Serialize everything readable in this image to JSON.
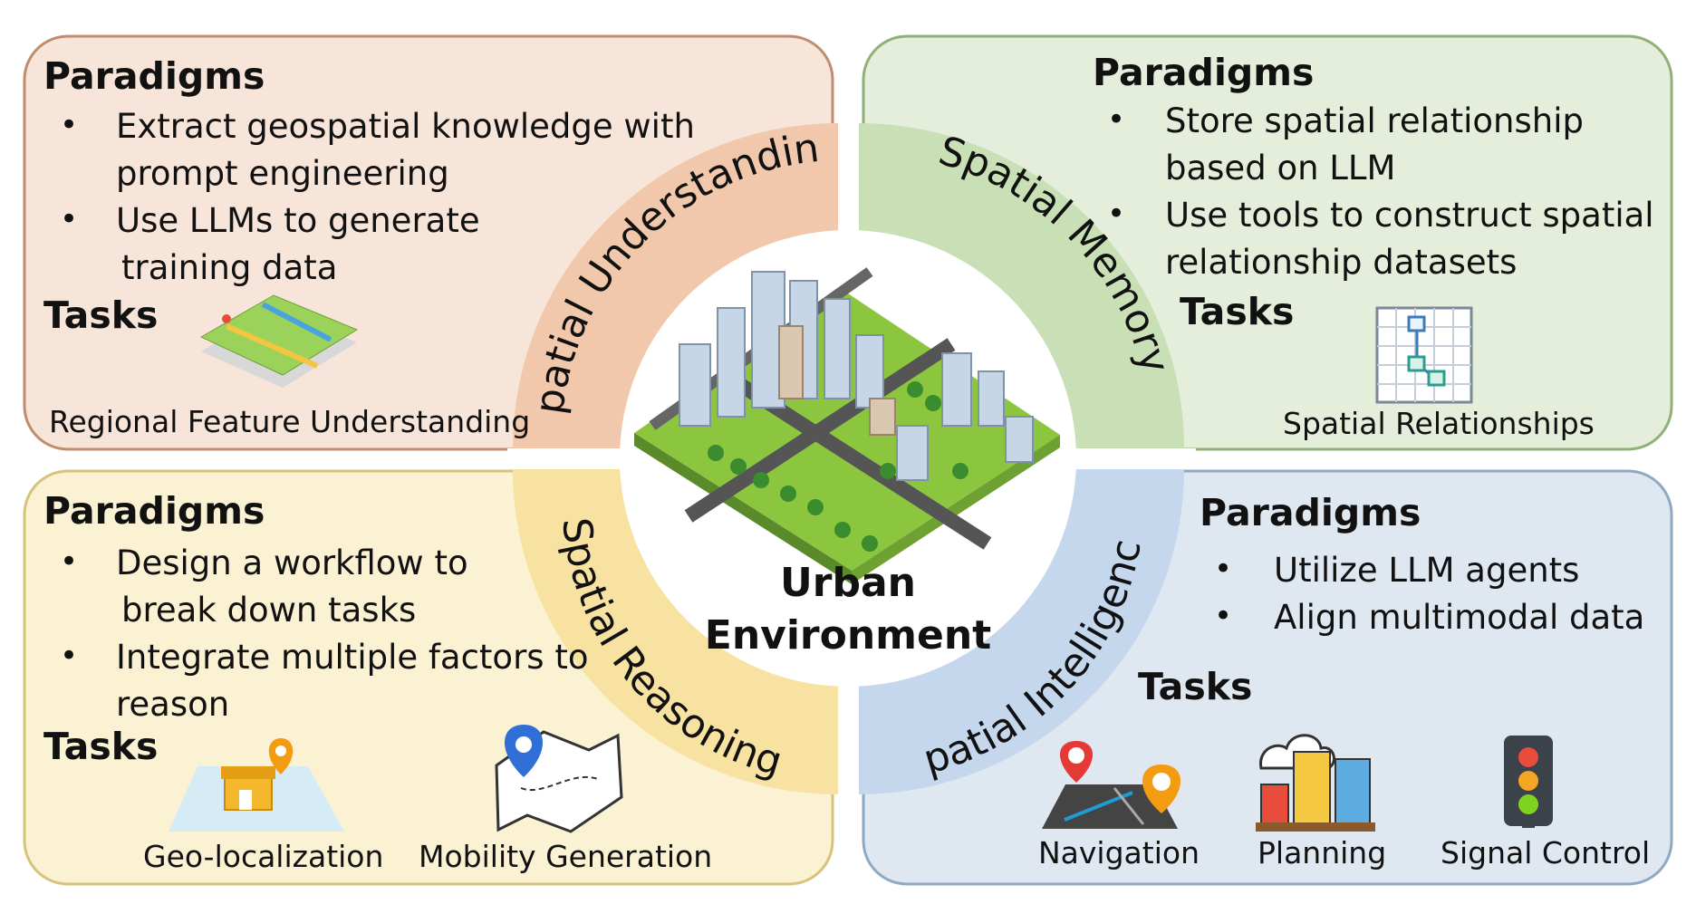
{
  "center": {
    "line1": "Urban",
    "line2": "Environment"
  },
  "quadrants": {
    "understanding": {
      "ring_label": "Spatial Understanding",
      "paradigms_title": "Paradigms",
      "items": [
        [
          "Extract geospatial knowledge with",
          "prompt engineering"
        ],
        [
          "Use LLMs to generate",
          "training data"
        ]
      ],
      "tasks_title": "Tasks",
      "tasks": [
        {
          "label": "Regional Feature Understanding",
          "icon": "regional-map-icon"
        }
      ]
    },
    "memory": {
      "ring_label": "Spatial Memory",
      "paradigms_title": "Paradigms",
      "items": [
        [
          "Store spatial relationship",
          "based on LLM"
        ],
        [
          "Use tools to construct spatial",
          "relationship datasets"
        ]
      ],
      "tasks_title": "Tasks",
      "tasks": [
        {
          "label": "Spatial Relationships",
          "icon": "grid-graph-icon"
        }
      ]
    },
    "reasoning": {
      "ring_label": "Spatial Reasoning",
      "paradigms_title": "Paradigms",
      "items": [
        [
          "Design a workflow to",
          "break down tasks"
        ],
        [
          "Integrate multiple factors to",
          "reason"
        ]
      ],
      "tasks_title": "Tasks",
      "tasks": [
        {
          "label": "Geo-localization",
          "icon": "store-pin-map-icon"
        },
        {
          "label": "Mobility Generation",
          "icon": "route-map-icon"
        }
      ]
    },
    "intelligence": {
      "ring_label": "Spatial Intelligence",
      "paradigms_title": "Paradigms",
      "items": [
        [
          "Utilize LLM agents"
        ],
        [
          "Align multimodal data"
        ]
      ],
      "tasks_title": "Tasks",
      "tasks": [
        {
          "label": "Navigation",
          "icon": "navigation-road-icon"
        },
        {
          "label": "Planning",
          "icon": "city-buildings-icon"
        },
        {
          "label": "Signal Control",
          "icon": "traffic-light-icon"
        }
      ]
    }
  },
  "colors": {
    "understanding_fill": "#f8e5da",
    "understanding_stroke": "#c08d6c",
    "understanding_ring": "#f1c8ab",
    "memory_fill": "#e4eedb",
    "memory_stroke": "#8fb07a",
    "memory_ring": "#c9dfb6",
    "reasoning_fill": "#fbf1d3",
    "reasoning_stroke": "#d8c27a",
    "reasoning_ring": "#f7e2a2",
    "intelligence_fill": "#dfe8f1",
    "intelligence_stroke": "#8fa9c2",
    "intelligence_ring": "#c4d7ec"
  }
}
